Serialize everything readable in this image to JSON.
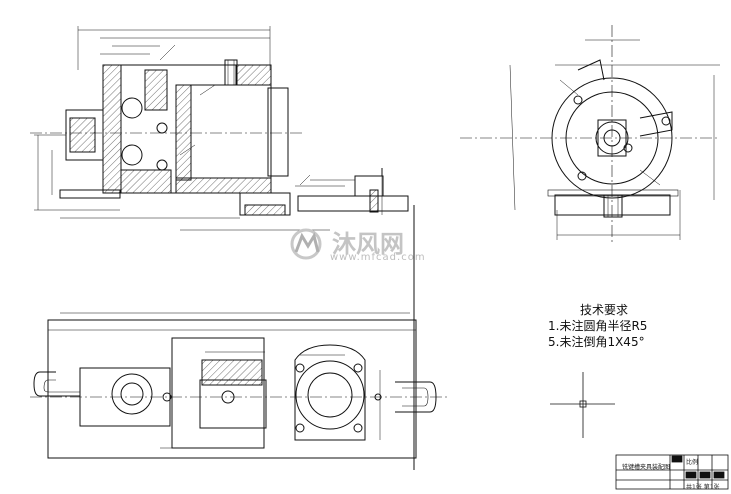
{
  "technical_requirements": {
    "title": "技术要求",
    "items": [
      "1.未注圆角半径R5",
      "5.未注倒角1X45°"
    ]
  },
  "watermark": {
    "brand": "沐风网",
    "url": "www.mfcad.com",
    "logo": "mf-logo-icon"
  },
  "title_block": {
    "drawing_name": "铣键槽夹具装配图",
    "scale_label": "比例",
    "sheet_label": "共1张 第1张"
  },
  "colors": {
    "line": "#111111",
    "watermark": "#bdbdbd",
    "hatch": "#333333"
  }
}
